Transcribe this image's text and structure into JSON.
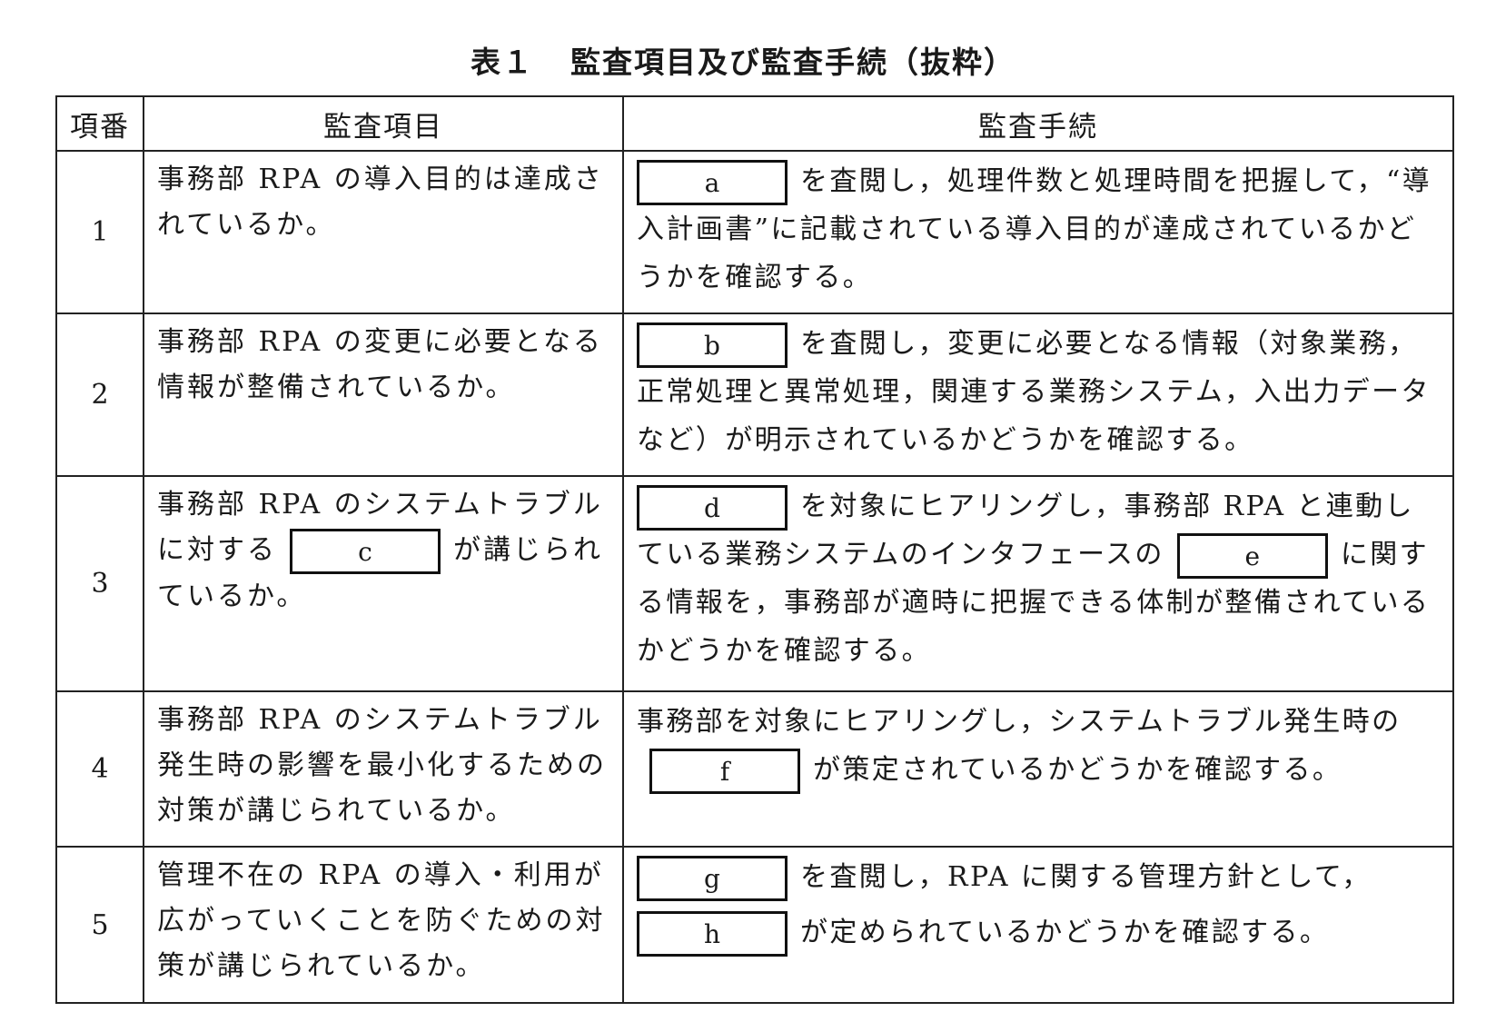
{
  "title": {
    "number": "表１",
    "text": "監査項目及び監査手続（抜粋）"
  },
  "headers": {
    "no": "項番",
    "item": "監査項目",
    "procedure": "監査手続"
  },
  "rows": [
    {
      "no": "1",
      "item": "事務部 RPA の導入目的は達成されているか。",
      "box_a": "a",
      "proc_after_a": "を査閲し，処理件数と処理時間を把握して，“導入計画書”に記載されている導入目的が達成されているかどうかを確認する。"
    },
    {
      "no": "2",
      "item": "事務部 RPA の変更に必要となる情報が整備されているか。",
      "box_b": "b",
      "proc_after_b": "を査閲し，変更に必要となる情報（対象業務，正常処理と異常処理，関連する業務システム，入出力データなど）が明示されているかどうかを確認する。"
    },
    {
      "no": "3",
      "item_before_c": "事務部 RPA のシステムトラブルに対する",
      "box_c": "c",
      "item_after_c": "が講じられているか。",
      "box_d": "d",
      "proc_after_d": "を対象にヒアリングし，事務部 RPA と連動している業務システムのインタフェースの",
      "box_e": "e",
      "proc_after_e": "に関する情報を，事務部が適時に把握できる体制が整備されているかどうかを確認する。"
    },
    {
      "no": "4",
      "item": "事務部 RPA のシステムトラブル発生時の影響を最小化するための対策が講じられているか。",
      "proc_before_f": "事務部を対象にヒアリングし，システムトラブル発生時の",
      "box_f": "f",
      "proc_after_f": "が策定されているかどうかを確認する。"
    },
    {
      "no": "5",
      "item": "管理不在の RPA の導入・利用が広がっていくことを防ぐための対策が講じられているか。",
      "box_g": "g",
      "proc_after_g": "を査閲し，RPA に関する管理方針として，",
      "box_h": "h",
      "proc_after_h": "が定められているかどうかを確認する。"
    }
  ]
}
